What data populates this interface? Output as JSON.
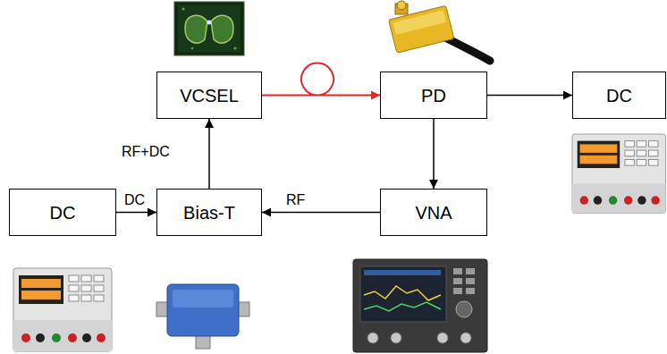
{
  "diagram": {
    "nodes": [
      {
        "text": [
          "VCSEL"
        ]
      },
      {
        "text": [
          "PD"
        ]
      },
      {
        "text": [
          "DC"
        ]
      },
      {
        "text": [
          "DC"
        ]
      },
      {
        "text": [
          "Bias-T"
        ]
      },
      {
        "text": [
          "VNA"
        ]
      }
    ],
    "edges": [
      {
        "from": 0,
        "to": 1,
        "arrow": "to"
      },
      {
        "from": 1,
        "to": 2,
        "arrow": "to"
      },
      {
        "from": 1,
        "to": 5,
        "arrow": "to"
      },
      {
        "from": 5,
        "to": 4,
        "label": "RF",
        "arrow": "to"
      },
      {
        "from": 3,
        "to": 4,
        "label": "DC",
        "arrow": "to"
      },
      {
        "from": 4,
        "to": 0,
        "label": "RF+DC",
        "arrow": "to"
      }
    ]
  }
}
